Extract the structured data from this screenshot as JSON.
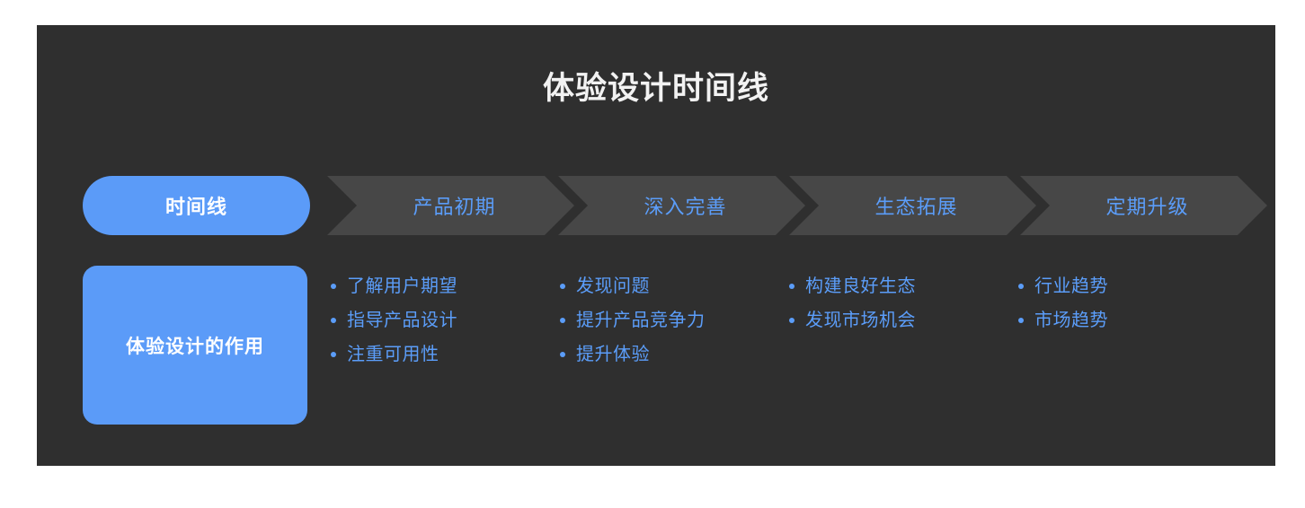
{
  "colors": {
    "page_background": "#ffffff",
    "card_background": "#2f2f2f",
    "accent_blue": "#5b9bf8",
    "text_blue": "#5b9df9",
    "chevron_gray": "#474747",
    "title_white": "#f2f2f2"
  },
  "header": {
    "title": "体验设计时间线"
  },
  "timeline": {
    "row_label": "时间线",
    "stages": [
      {
        "label": "产品初期"
      },
      {
        "label": "深入完善"
      },
      {
        "label": "生态拓展"
      },
      {
        "label": "定期升级"
      }
    ]
  },
  "roles": {
    "row_label": "体验设计的作用",
    "columns": [
      {
        "items": [
          "了解用户期望",
          "指导产品设计",
          "注重可用性"
        ]
      },
      {
        "items": [
          "发现问题",
          "提升产品竞争力",
          "提升体验"
        ]
      },
      {
        "items": [
          "构建良好生态",
          "发现市场机会"
        ]
      },
      {
        "items": [
          "行业趋势",
          "市场趋势"
        ]
      }
    ]
  }
}
